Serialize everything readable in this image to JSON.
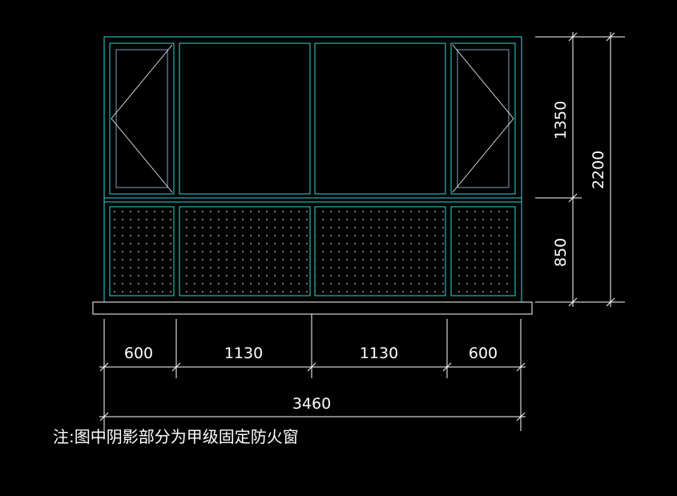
{
  "drawing": {
    "colors": {
      "background": "#000000",
      "frame": "#35d6d6",
      "sash": "#7f9fbf",
      "glass": "#35d6d6",
      "hatch": "#ffffff",
      "dimension": "#ffffff",
      "sill": "#ffffff"
    },
    "dimensions": {
      "horizontal": [
        "600",
        "1130",
        "1130",
        "600"
      ],
      "overall_width": "3460",
      "upper_height": "1350",
      "lower_height": "850",
      "overall_height": "2200"
    },
    "note": "注:图中阴影部分为甲级固定防火窗",
    "legend": {
      "hatched_meaning": "甲级固定防火窗"
    }
  }
}
